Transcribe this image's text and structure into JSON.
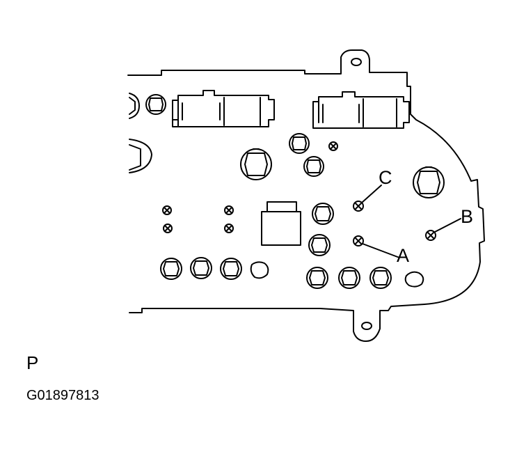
{
  "figure": {
    "callouts": [
      {
        "key": "c",
        "label": "C"
      },
      {
        "key": "b",
        "label": "B"
      },
      {
        "key": "a",
        "label": "A"
      }
    ],
    "caption_letter": "P",
    "figure_id": "G01897813"
  },
  "colors": {
    "ink": "#000000",
    "background": "#ffffff"
  }
}
